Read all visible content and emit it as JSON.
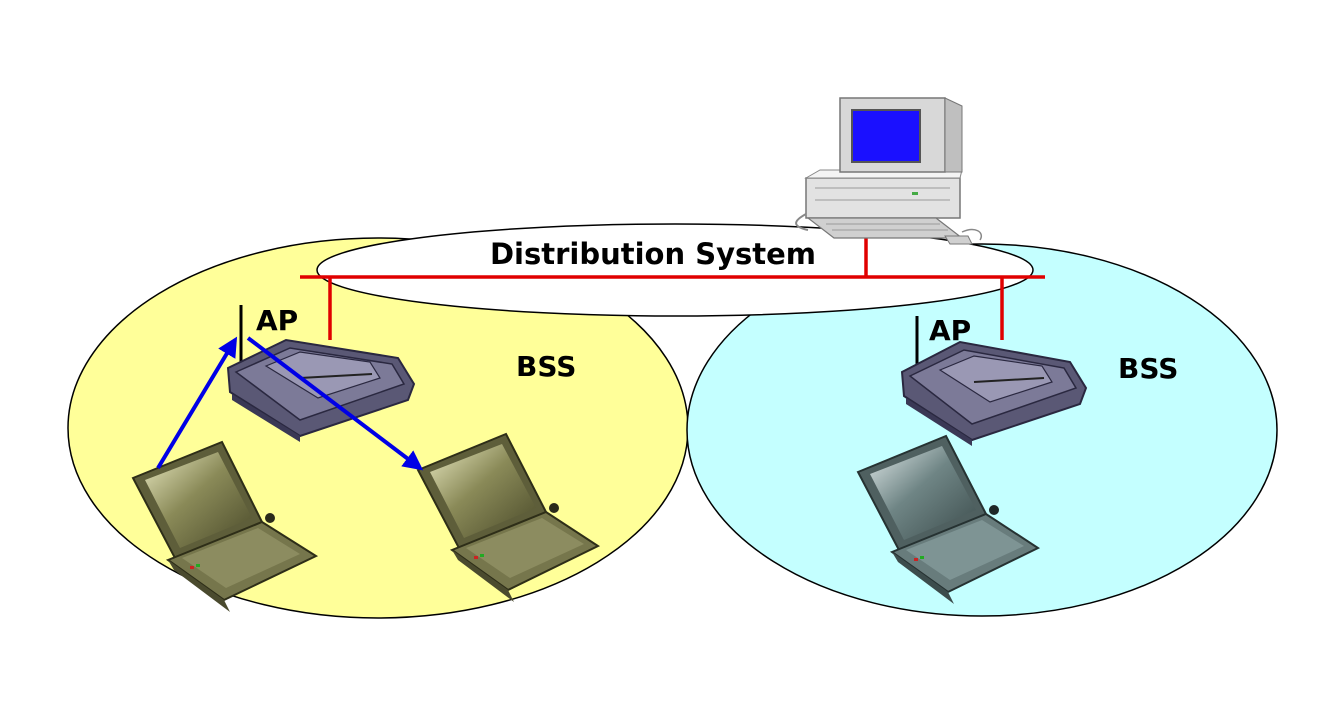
{
  "distribution_system": {
    "label": "Distribution System"
  },
  "left_bss": {
    "label": "BSS",
    "ap_label": "AP"
  },
  "right_bss": {
    "label": "BSS",
    "ap_label": "AP"
  },
  "colors": {
    "left_bss_fill": "#ffff99",
    "right_bss_fill": "#c4ffff",
    "wired_link": "#e00000",
    "wireless_arrow": "#0000e6",
    "monitor_screen": "#1a10ff",
    "access_point": "#5a5875"
  }
}
